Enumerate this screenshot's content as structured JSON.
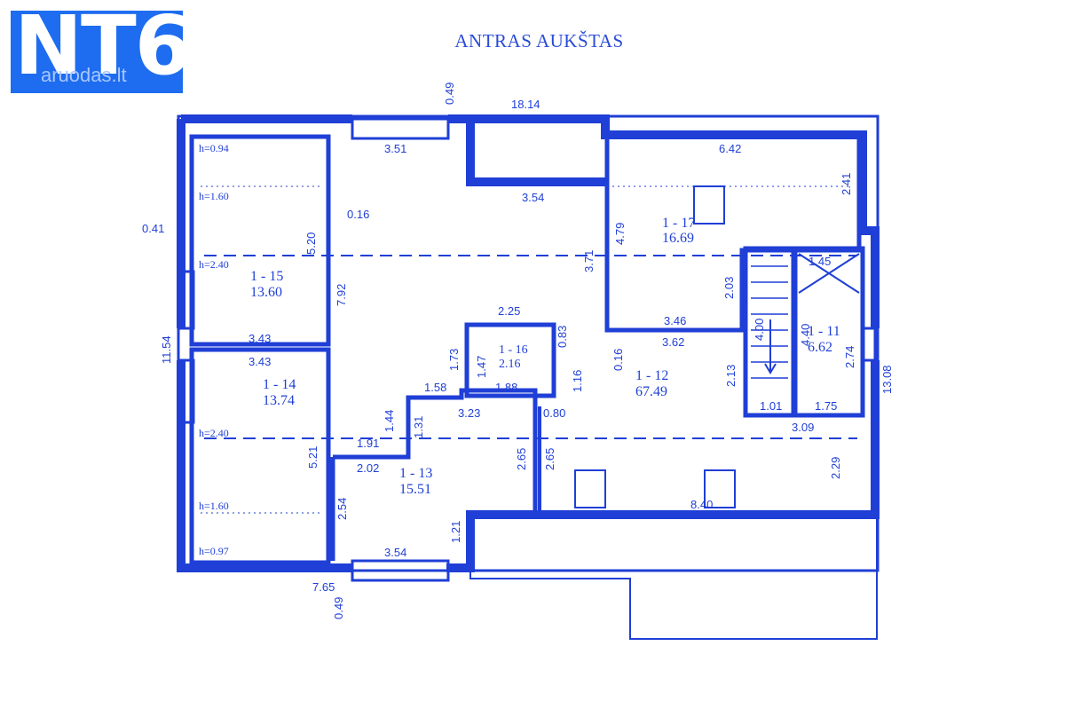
{
  "logo": {
    "text": "NT6",
    "subtext": "aruodas.lt",
    "color": "#1e6df0"
  },
  "title": "ANTRAS AUKŠTAS",
  "colors": {
    "line": "#1f3fd6",
    "wall_fill": "#ffffff"
  },
  "rooms": {
    "r15": {
      "id": "1 - 15",
      "area": "13.60"
    },
    "r14": {
      "id": "1 - 14",
      "area": "13.74"
    },
    "r13": {
      "id": "1 - 13",
      "area": "15.51"
    },
    "r12": {
      "id": "1 - 12",
      "area": "67.49"
    },
    "r16": {
      "id": "1 - 16",
      "area": "2.16"
    },
    "r17": {
      "id": "1 - 17",
      "area": "16.69"
    },
    "r11": {
      "id": "1 - 11",
      "area": "6.62"
    }
  },
  "heights": {
    "h094": "h=0.94",
    "h160a": "h=1.60",
    "h240a": "h=2.40",
    "h240b": "h=2.40",
    "h160b": "h=1.60",
    "h097": "h=0.97"
  },
  "dims": {
    "d1814": "18.14",
    "d049top": "0.49",
    "d351": "3.51",
    "d354top": "3.54",
    "d642": "6.42",
    "d241": "2.41",
    "d479": "4.79",
    "d041": "0.41",
    "d016a": "0.16",
    "d520": "5.20",
    "d371": "3.71",
    "d792": "7.92",
    "d203": "2.03",
    "d145": "1.45",
    "d343a": "3.43",
    "d343b": "3.43",
    "d1154": "11.54",
    "d225": "2.25",
    "d083": "0.83",
    "d147": "1.47",
    "d173": "1.73",
    "d188": "1.88",
    "d116": "1.16",
    "d346": "3.46",
    "d362": "3.62",
    "d016b": "0.16",
    "d400": "4.00",
    "d440": "4.40",
    "d274": "2.74",
    "d213": "2.13",
    "d1308": "13.08",
    "d158": "1.58",
    "d323": "3.23",
    "d080": "0.80",
    "d144": "1.44",
    "d131": "1.31",
    "d191": "1.91",
    "d101": "1.01",
    "d175": "1.75",
    "d309": "3.09",
    "d521": "5.21",
    "d202": "2.02",
    "d265a": "2.65",
    "d265b": "2.65",
    "d229": "2.29",
    "d840": "8.40",
    "d254": "2.54",
    "d121": "1.21",
    "d354bot": "3.54",
    "d765": "7.65",
    "d049bot": "0.49"
  }
}
